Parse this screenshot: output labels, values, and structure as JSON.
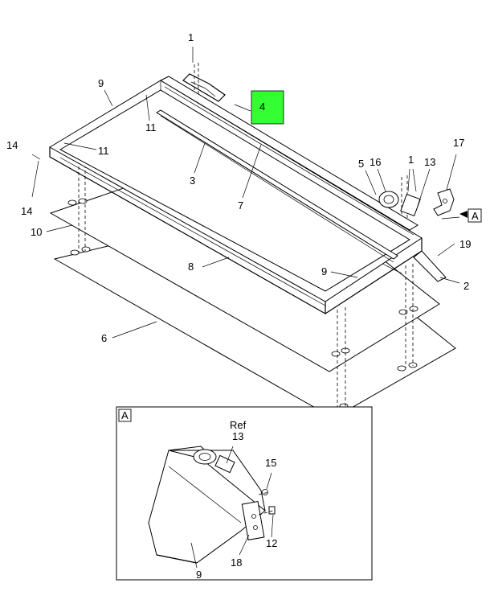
{
  "callouts": {
    "c1a": "1",
    "c9a": "9",
    "c4": "4",
    "c11a": "11",
    "c14a": "14",
    "c11b": "11",
    "c14b": "14",
    "c3": "3",
    "c7": "7",
    "c16": "16",
    "c5": "5",
    "c1b": "1",
    "c13a": "13",
    "c17": "17",
    "cA": "A",
    "c10": "10",
    "c19": "19",
    "c8": "8",
    "c9b": "9",
    "c2": "2",
    "c6": "6"
  },
  "detail": {
    "tag": "A",
    "ref": "Ref",
    "c13": "13",
    "c15": "15",
    "c12": "12",
    "c18": "18",
    "c9": "9"
  },
  "colors": {
    "highlight": "#33ff33",
    "ink": "#000000",
    "paper": "#ffffff"
  }
}
